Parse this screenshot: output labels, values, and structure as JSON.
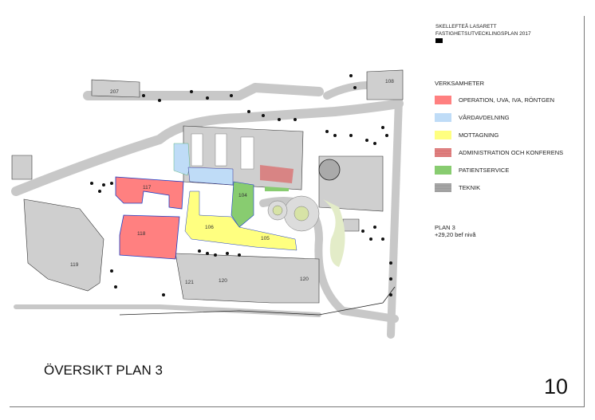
{
  "header": {
    "line1": "SKELLEFTEÅ LASARETT",
    "line2": "FASTIGHETSUTVECKLINGSPLAN 2017"
  },
  "legend": {
    "title": "VERKSAMHETER",
    "items": [
      {
        "label": "OPERATION, UVA, IVA, RÖNTGEN",
        "color": "#ff8080"
      },
      {
        "label": "VÅRDAVDELNING",
        "color": "#bfdcf7"
      },
      {
        "label": "MOTTAGNING",
        "color": "#ffff80"
      },
      {
        "label": "ADMINISTRATION OCH KONFERENS",
        "color": "#d97070"
      },
      {
        "label": "PATIENTSERVICE",
        "color": "#88cc70"
      },
      {
        "label": "TEKNIK",
        "color": "#999999"
      }
    ]
  },
  "plan": {
    "name": "PLAN 3",
    "level": "+29,20 bef nivå"
  },
  "buildings": [
    "207",
    "108",
    "117",
    "118",
    "119",
    "121",
    "120",
    "120",
    "104",
    "106",
    "105"
  ],
  "page_title": "ÖVERSIKT PLAN 3",
  "page_number": "10"
}
